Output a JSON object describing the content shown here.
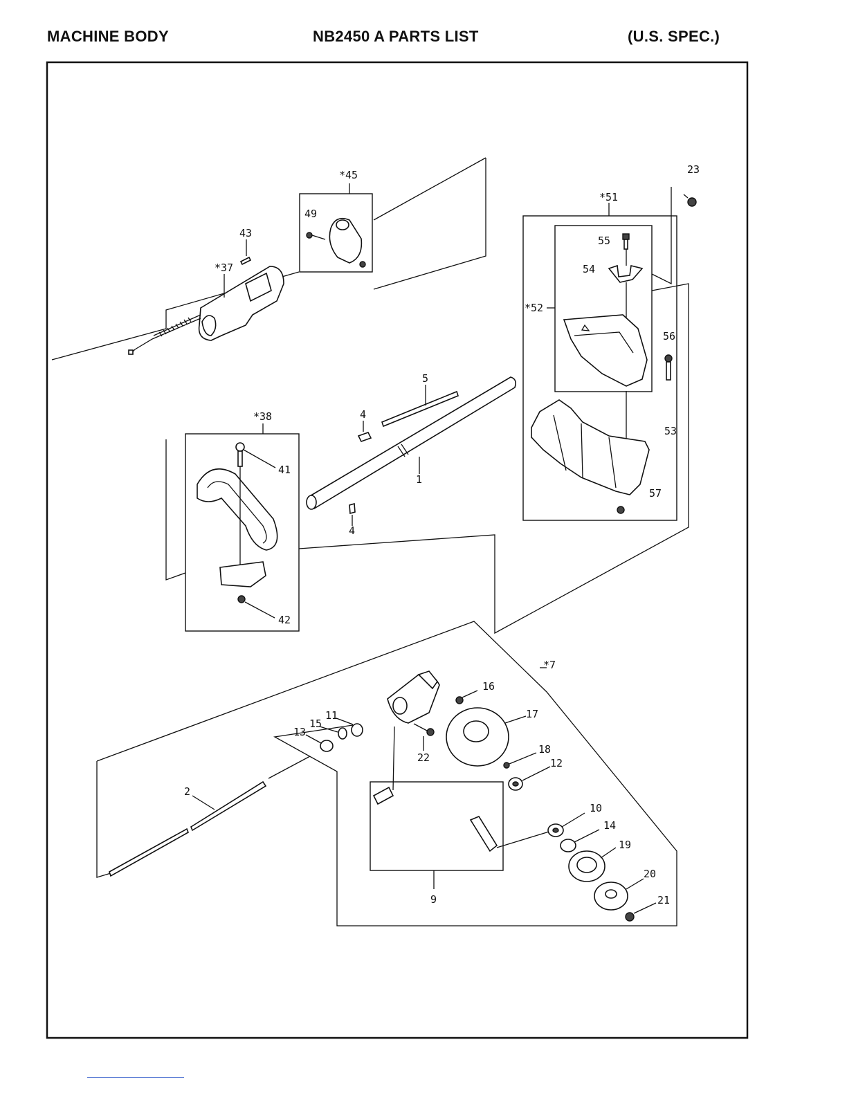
{
  "header": {
    "left": "MACHINE BODY",
    "center": "NB2450 A   PARTS LIST",
    "right": "(U.S. SPEC.)"
  },
  "labels": {
    "p45": "*45",
    "p49": "49",
    "p43": "43",
    "p37": "*37",
    "p51": "*51",
    "p23": "23",
    "p55": "55",
    "p54": "54",
    "p52": "*52",
    "p56": "56",
    "p5": "5",
    "p4a": "4",
    "p4b": "4",
    "p1": "1",
    "p38": "*38",
    "p41": "41",
    "p42": "42",
    "p53": "53",
    "p57": "57",
    "p7": "*7",
    "p16": "16",
    "p17": "17",
    "p11": "11",
    "p15": "15",
    "p13": "13",
    "p22": "22",
    "p18": "18",
    "p12": "12",
    "p2": "2",
    "p10": "10",
    "p14": "14",
    "p19": "19",
    "p20": "20",
    "p21": "21",
    "p9": "9"
  }
}
